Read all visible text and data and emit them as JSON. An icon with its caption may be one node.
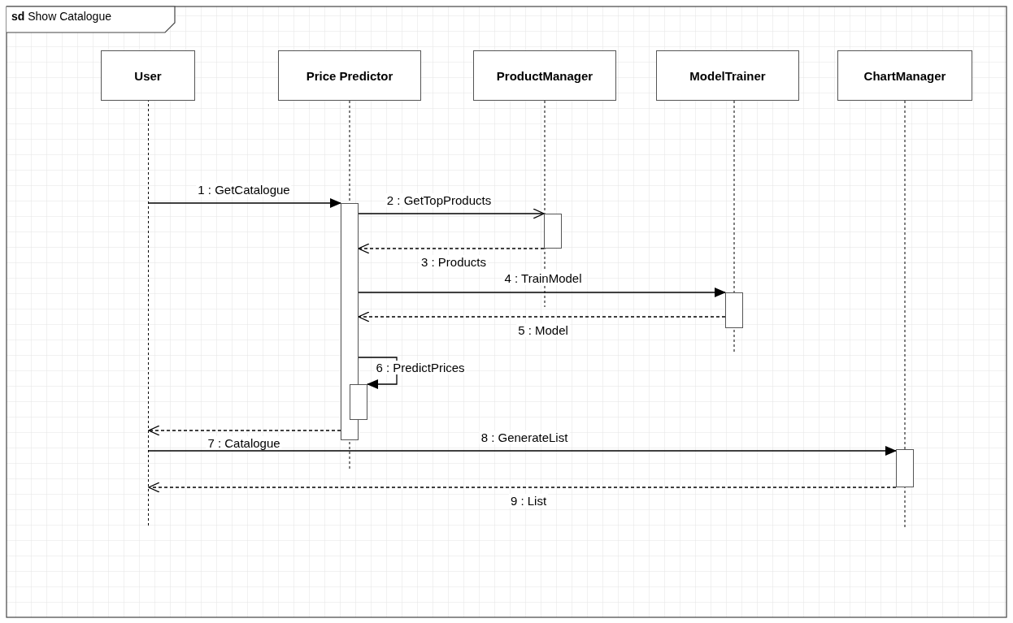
{
  "diagram": {
    "title": "**sd** Show Catalogue",
    "nodes": [
      {
        "text": [
          "User"
        ]
      },
      {
        "text": [
          "Price Predictor"
        ]
      },
      {
        "text": [
          "ProductManager"
        ]
      },
      {
        "text": [
          "ModelTrainer"
        ]
      },
      {
        "text": [
          "ChartManager"
        ]
      },
      {
        "text": [],
        "shape": "bar"
      },
      {
        "text": [],
        "shape": "bar"
      },
      {
        "text": [],
        "shape": "bar"
      },
      {
        "text": [],
        "shape": "bar"
      },
      {
        "text": [],
        "shape": "bar"
      }
    ],
    "edges": [
      {
        "from": 0,
        "to": 5,
        "arrow": "to",
        "label": "1 : GetCatalogue"
      },
      {
        "from": 5,
        "to": 6,
        "arrow": "to",
        "label": "2 : GetTopProducts"
      },
      {
        "from": 6,
        "to": 5,
        "arrow": "to",
        "label": "3 : Products",
        "style": "dashed"
      },
      {
        "from": 5,
        "to": 7,
        "arrow": "to",
        "label": "4 : TrainModel"
      },
      {
        "from": 7,
        "to": 5,
        "arrow": "to",
        "label": "5 : Model",
        "style": "dashed"
      },
      {
        "from": 5,
        "to": 8,
        "arrow": "to",
        "label": "6 : PredictPrices"
      },
      {
        "from": 5,
        "to": 0,
        "arrow": "to",
        "label": "7 : Catalogue",
        "style": "dashed"
      },
      {
        "from": 0,
        "to": 9,
        "arrow": "to",
        "label": "8 : GenerateList"
      },
      {
        "from": 9,
        "to": 0,
        "arrow": "to",
        "label": "9 : List",
        "style": "dashed"
      }
    ]
  }
}
